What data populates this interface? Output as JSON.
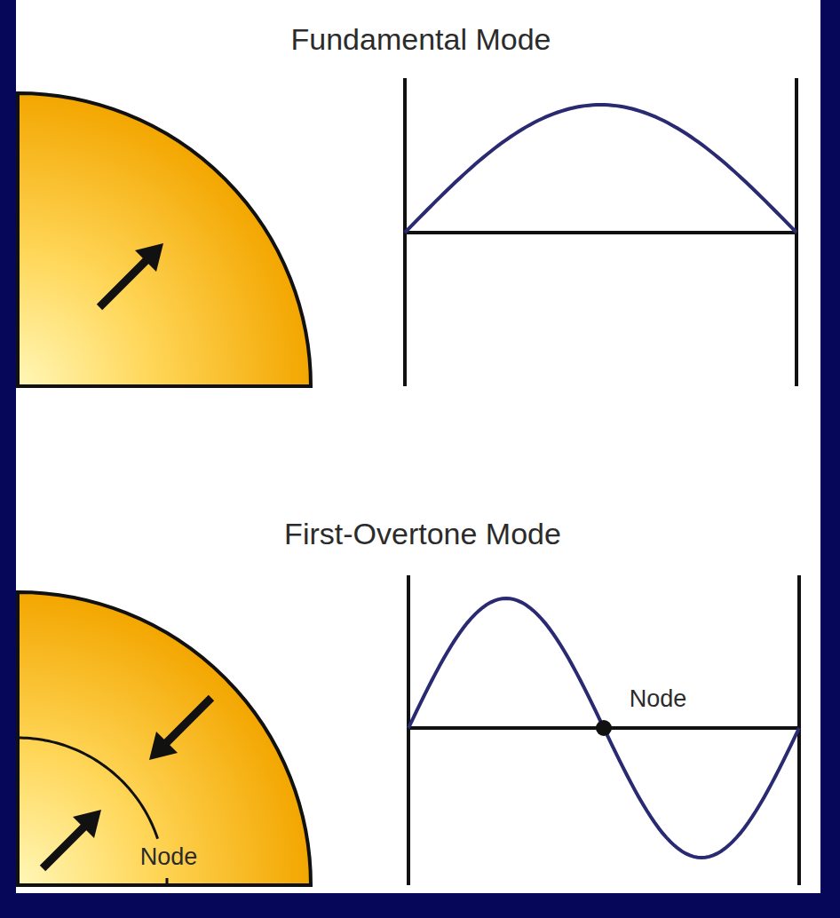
{
  "diagram": {
    "labels": [
      "Fundamental Mode",
      "First-Overtone Mode",
      "Node",
      "Node"
    ]
  }
}
